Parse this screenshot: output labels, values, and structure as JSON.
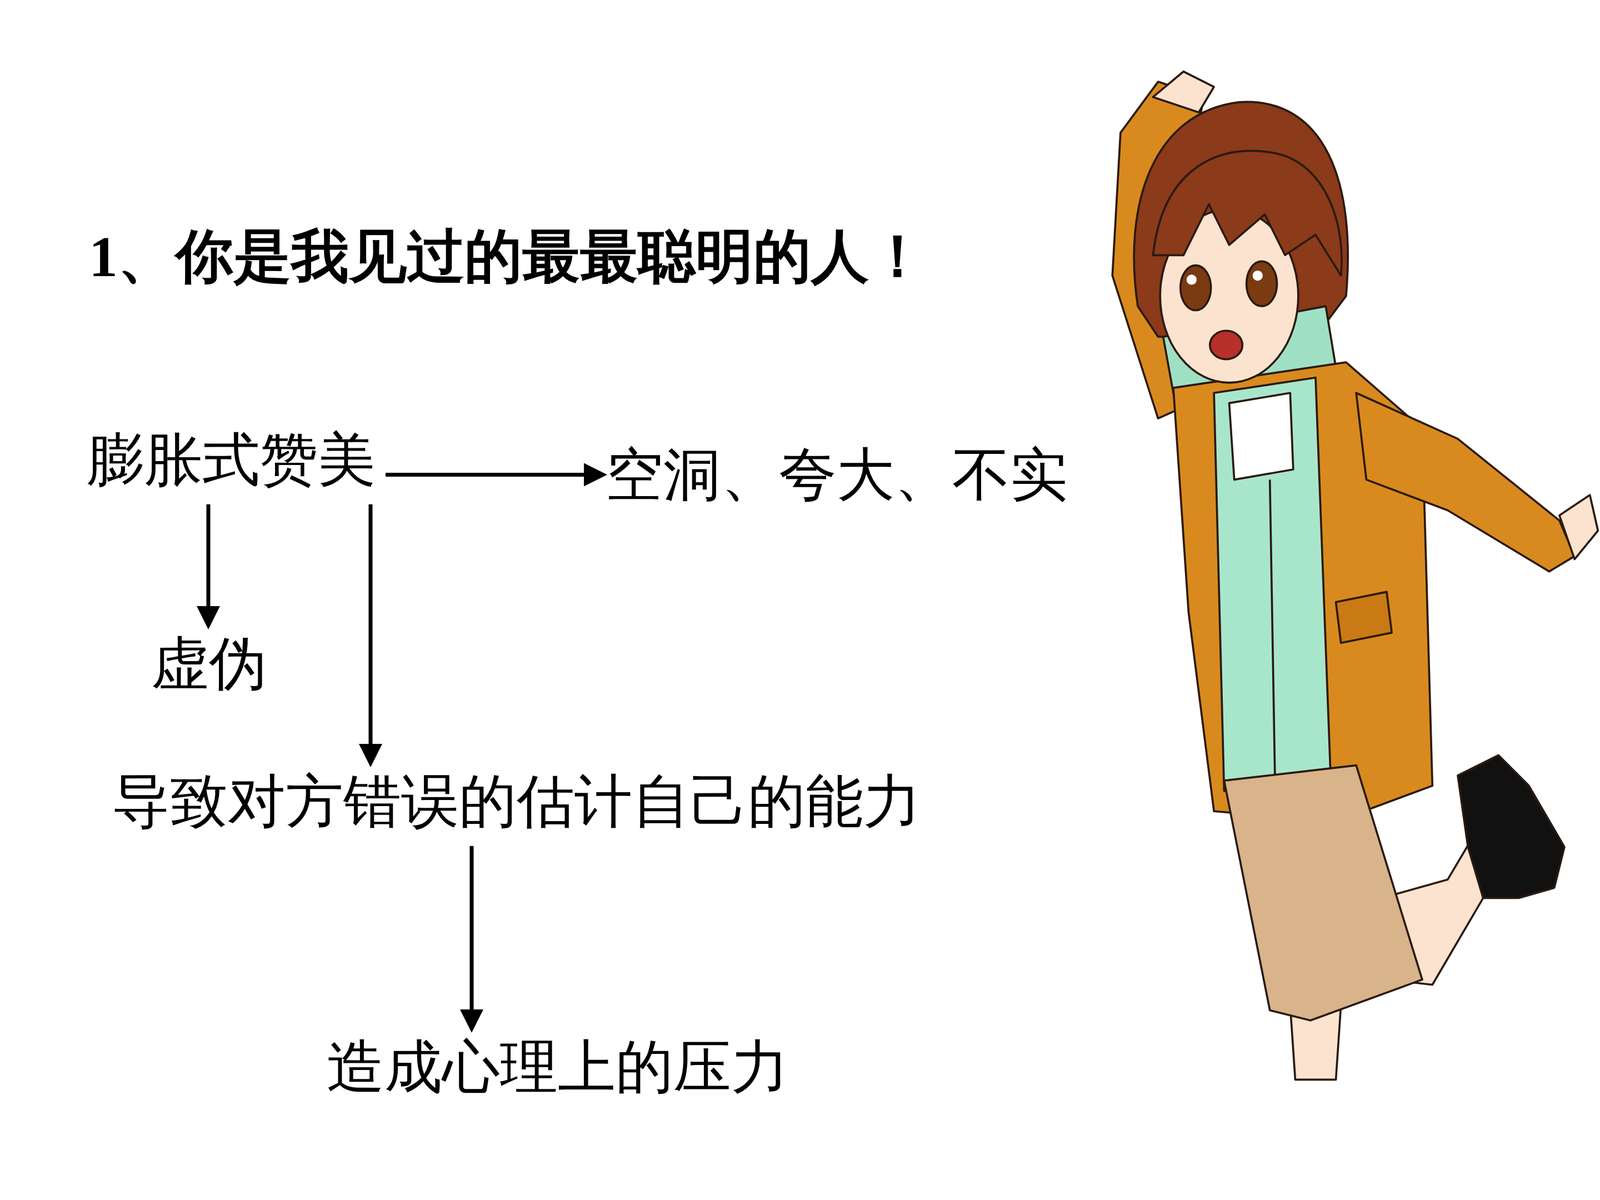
{
  "diagram": {
    "title": "1、你是我见过的最最聪明的人！",
    "nodes": [
      {
        "text": [
          "膨胀式赞美"
        ]
      },
      {
        "text": [
          "空洞、夸大、不实"
        ]
      },
      {
        "text": [
          "虚伪"
        ]
      },
      {
        "text": [
          "导致对方错误的估计自己的能力"
        ]
      },
      {
        "text": [
          "造成心理上的压力"
        ]
      }
    ],
    "edges": [
      {
        "from": 0,
        "to": 1,
        "arrow": "to"
      },
      {
        "from": 0,
        "to": 2,
        "arrow": "to"
      },
      {
        "from": 0,
        "to": 3,
        "arrow": "to"
      },
      {
        "from": 3,
        "to": 4,
        "arrow": "to"
      }
    ]
  }
}
